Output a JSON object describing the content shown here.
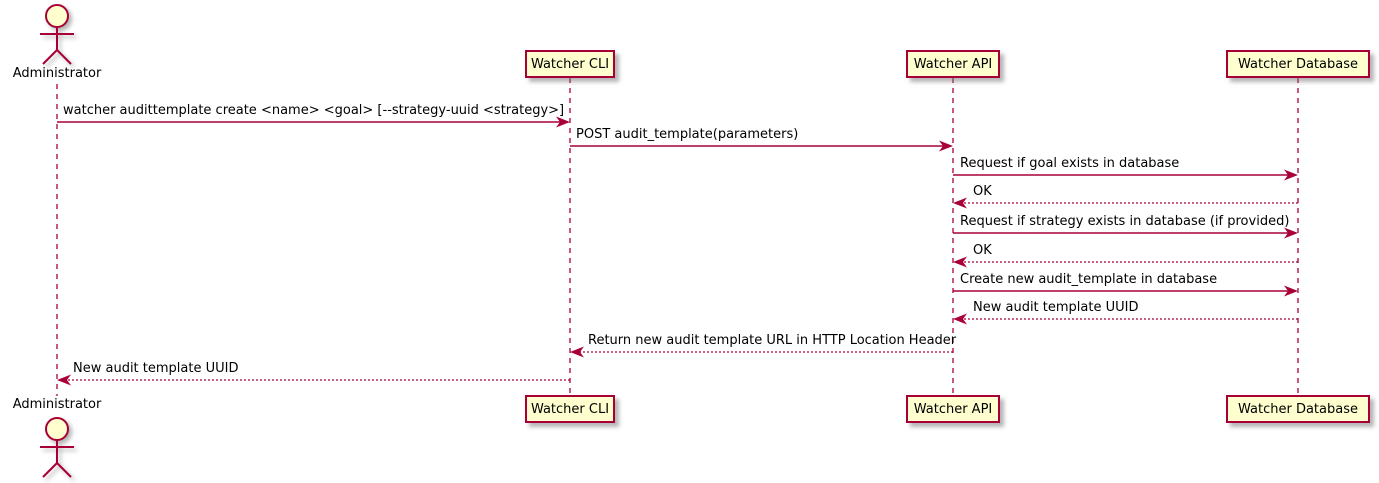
{
  "diagram": {
    "type": "sequence-diagram",
    "colors": {
      "accent": "#A80036",
      "participant_fill": "#FEFECE",
      "text": "#000000",
      "background": "#FFFFFF"
    },
    "actors": [
      {
        "label": "Administrator",
        "kind": "actor"
      },
      {
        "label": "Watcher CLI",
        "kind": "participant"
      },
      {
        "label": "Watcher API",
        "kind": "participant"
      },
      {
        "label": "Watcher Database",
        "kind": "participant"
      }
    ],
    "messages": [
      {
        "from": "Administrator",
        "to": "Watcher CLI",
        "line": "solid",
        "text": "watcher audittemplate create <name> <goal> [--strategy-uuid <strategy>]"
      },
      {
        "from": "Watcher CLI",
        "to": "Watcher API",
        "line": "solid",
        "text": "POST audit_template(parameters)"
      },
      {
        "from": "Watcher API",
        "to": "Watcher Database",
        "line": "solid",
        "text": "Request if goal exists in database"
      },
      {
        "from": "Watcher Database",
        "to": "Watcher API",
        "line": "dashed",
        "text": "OK"
      },
      {
        "from": "Watcher API",
        "to": "Watcher Database",
        "line": "solid",
        "text": "Request if strategy exists in database (if provided)"
      },
      {
        "from": "Watcher Database",
        "to": "Watcher API",
        "line": "dashed",
        "text": "OK"
      },
      {
        "from": "Watcher API",
        "to": "Watcher Database",
        "line": "solid",
        "text": "Create new audit_template in database"
      },
      {
        "from": "Watcher Database",
        "to": "Watcher API",
        "line": "dashed",
        "text": "New audit template UUID"
      },
      {
        "from": "Watcher API",
        "to": "Watcher CLI",
        "line": "dashed",
        "text": "Return new audit template URL in HTTP Location Header"
      },
      {
        "from": "Watcher CLI",
        "to": "Administrator",
        "line": "dashed",
        "text": "New audit template UUID"
      }
    ]
  }
}
